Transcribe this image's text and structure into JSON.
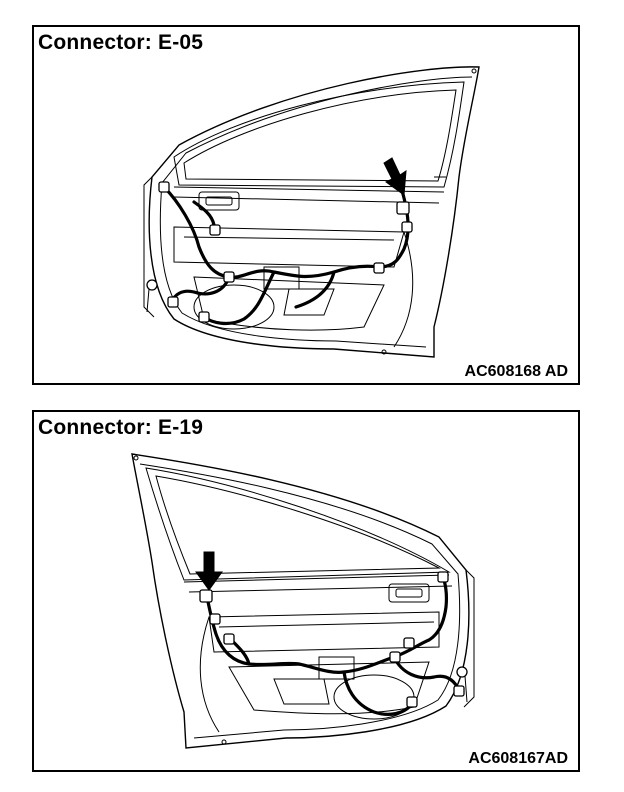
{
  "panels": [
    {
      "title": "Connector: E-05",
      "code": "AC608168 AD"
    },
    {
      "title": "Connector: E-19",
      "code": "AC608167AD"
    }
  ]
}
